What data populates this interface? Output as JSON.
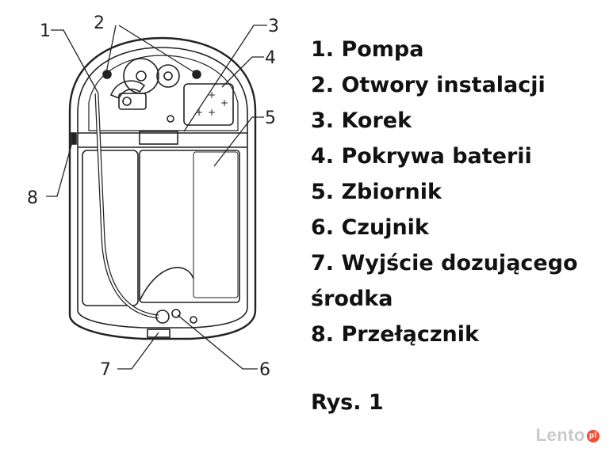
{
  "callouts": [
    "1",
    "2",
    "3",
    "4",
    "5",
    "6",
    "7",
    "8"
  ],
  "legend": [
    "1. Pompa",
    "2. Otwory instalacji",
    "3. Korek",
    "4. Pokrywa baterii",
    "5. Zbiornik",
    "6. Czujnik",
    "7. Wyjście dozującego",
    "środka",
    "8. Przełącznik"
  ],
  "figure_caption": "Rys. 1",
  "watermark": "Lento"
}
